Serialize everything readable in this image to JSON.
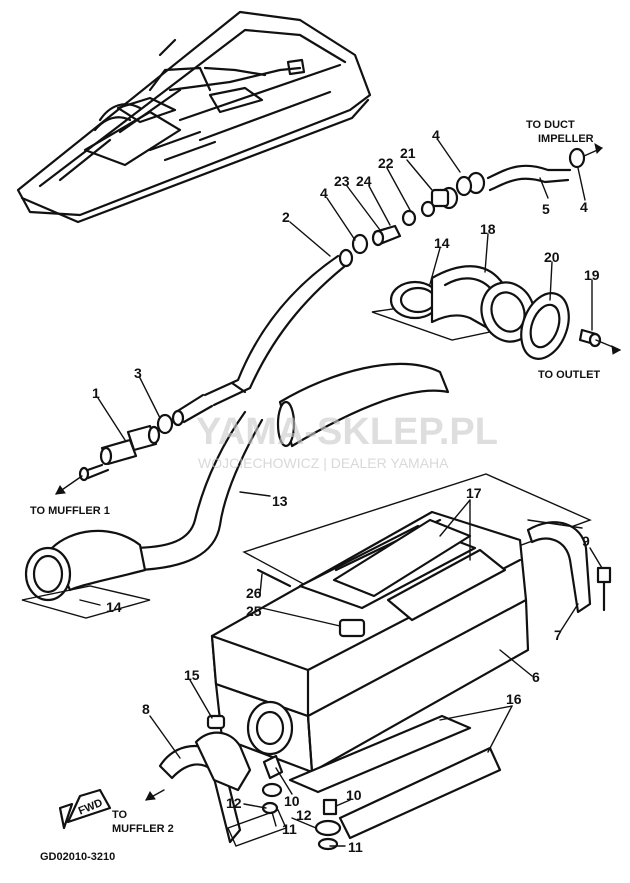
{
  "labels": {
    "to_duct_line1": "TO DUCT",
    "to_duct_line2": "IMPELLER",
    "to_outlet": "TO OUTLET",
    "to_muffler1": "TO MUFFLER 1",
    "to_muffler2_line1": "TO",
    "to_muffler2_line2": "MUFFLER 2",
    "fwd": "FWD",
    "diagram_code": "GD02010-3210"
  },
  "watermark": {
    "title": "YAMA-SKLEP.PL",
    "subtitle": "WOJCIECHOWICZ | DEALER YAMAHA"
  },
  "callouts": {
    "n1": "1",
    "n2": "2",
    "n3": "3",
    "n4a": "4",
    "n4b": "4",
    "n5": "5",
    "n6": "6",
    "n7": "7",
    "n8": "8",
    "n9": "9",
    "n10a": "10",
    "n10b": "10",
    "n11a": "11",
    "n11b": "11",
    "n12a": "12",
    "n12b": "12",
    "n13": "13",
    "n14a": "14",
    "n14b": "14",
    "n15": "15",
    "n16": "16",
    "n17": "17",
    "n18": "18",
    "n19": "19",
    "n20": "20",
    "n21": "21",
    "n22": "22",
    "n23": "23",
    "n24": "24",
    "n25": "25",
    "n26": "26"
  }
}
